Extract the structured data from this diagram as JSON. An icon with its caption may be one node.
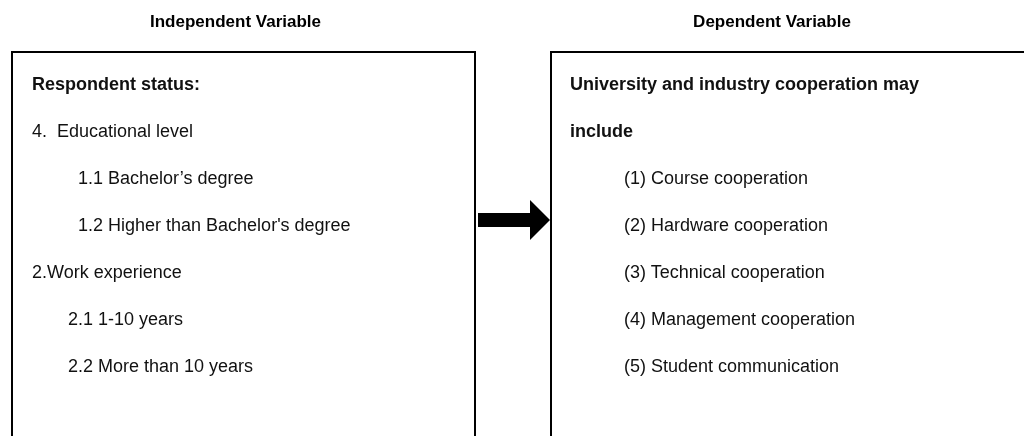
{
  "diagram": {
    "nodes": [
      {
        "text": [
          "Independent Variable",
          "Respondent status:",
          "4.  Educational level",
          "1.1 Bachelor’s degree",
          "1.2 Higher than Bachelor's degree",
          "2.Work experience",
          "2.1 1-10 years",
          "2.2 More than 10 years"
        ]
      },
      {
        "text": [
          "Dependent Variable",
          "University and industry cooperation may include",
          "(1) Course cooperation",
          "(2) Hardware cooperation",
          "(3) Technical cooperation",
          "(4) Management cooperation",
          "(5) Student communication"
        ]
      }
    ],
    "edges": [
      {
        "from": 0,
        "to": 1,
        "arrow": "to"
      }
    ]
  }
}
